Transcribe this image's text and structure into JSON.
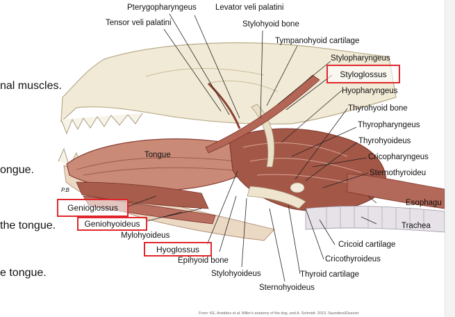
{
  "side_texts": [
    "nal muscles.",
    "ongue.",
    "the tongue.",
    "e tongue."
  ],
  "labels": {
    "pterygopharyngeus": "Pterygopharyngeus",
    "levator_veli_palatini": "Levator veli palatini",
    "tensor_veli_palatini": "Tensor veli palatini",
    "stylohyoid_bone": "Stylohyoid bone",
    "tympanohyoid_cartilage": "Tympanohyoid cartilage",
    "stylopharyngeus": "Stylopharyngeus",
    "styloglossus": "Styloglossus",
    "hyopharyngeus": "Hyopharyngeus",
    "thyrohyoid_bone": "Thyrohyoid bone",
    "thyropharyngeus": "Thyropharyngeus",
    "thyrohyoideus": "Thyrohyoideus",
    "cricopharyngeus": "Cricopharyngeus",
    "sternothyroideus": "Sternothyroideu",
    "esophagus": "Esophagu",
    "trachea": "Trachea",
    "cricoid_cartilage": "Cricoid cartilage",
    "cricothyroideus": "Cricothyroideus",
    "thyroid_cartilage": "Thyroid cartilage",
    "sternohyoideus": "Sternohyoideus",
    "stylohyoideus": "Stylohyoideus",
    "epihyoid_bone": "Epihyoid bone",
    "hyoglossus": "Hyoglossus",
    "mylohyoideus": "Mylohyoideus",
    "geniohyoideus": "Geniohyoideus",
    "genioglossus": "Genioglossus",
    "tongue": "Tongue",
    "initials": "P.B"
  },
  "highlight_color": "#e0262b",
  "muscle_colors": {
    "dark": "#8c3f33",
    "mid": "#b26a5b",
    "light": "#d9a596",
    "bone": "#efe5cf"
  },
  "citation": "From: KE, Aristides et al. Miller's anatomy of the dog, and A. Schmidt. 2013. Saunders/Elsevier"
}
